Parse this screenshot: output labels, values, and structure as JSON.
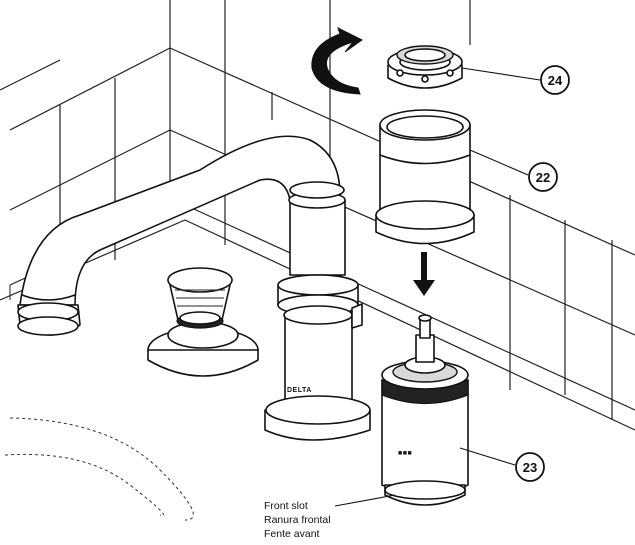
{
  "callouts": {
    "c24": "24",
    "c22": "22",
    "c23": "23"
  },
  "caption": {
    "line1": "Front slot",
    "line2": "Ranura frontal",
    "line3": "Fente avant"
  },
  "brand_text": "DELTA",
  "icons": {
    "rotate": "counterclockwise-arrow-icon",
    "down": "down-arrow-icon"
  }
}
